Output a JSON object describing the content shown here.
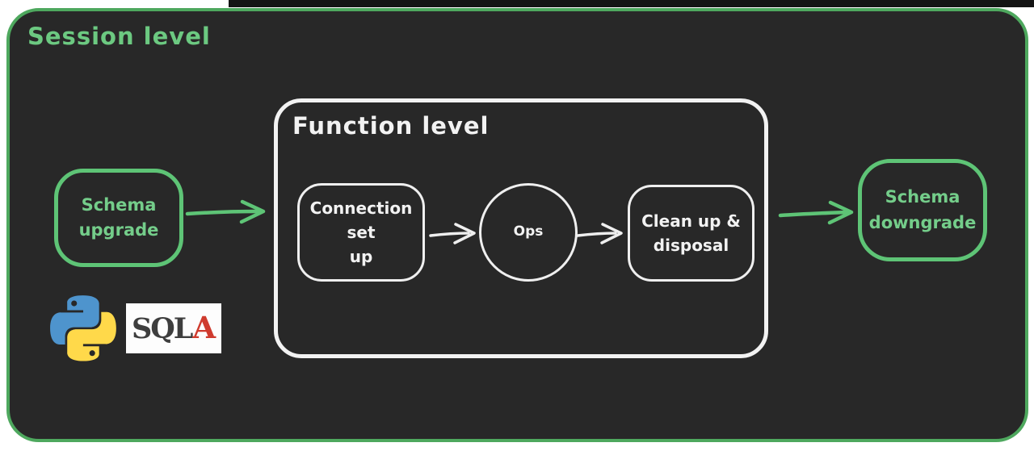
{
  "session": {
    "title": "Session level"
  },
  "function": {
    "title": "Function level"
  },
  "nodes": {
    "schema_upgrade": {
      "line1": "Schema",
      "line2": "upgrade"
    },
    "connection_setup": {
      "line1": "Connection set",
      "line2": "up"
    },
    "ops": {
      "label": "Ops"
    },
    "cleanup": {
      "line1": "Clean up &",
      "line2": "disposal"
    },
    "schema_downgrade": {
      "line1": "Schema",
      "line2": "downgrade"
    }
  },
  "logos": {
    "sqlalchemy": {
      "sql": "SQL",
      "a": "A"
    }
  },
  "colors": {
    "panel_background": "#282828",
    "outer_border_green": "#4ea85e",
    "box_border_green": "#5ec476",
    "text_green": "#74cd8a",
    "white": "#f2f2f2",
    "python_blue": "#4e94cd",
    "python_yellow": "#ffd94a",
    "sqla_gray": "#3e3e3e",
    "sqla_red": "#cf3b2e"
  }
}
